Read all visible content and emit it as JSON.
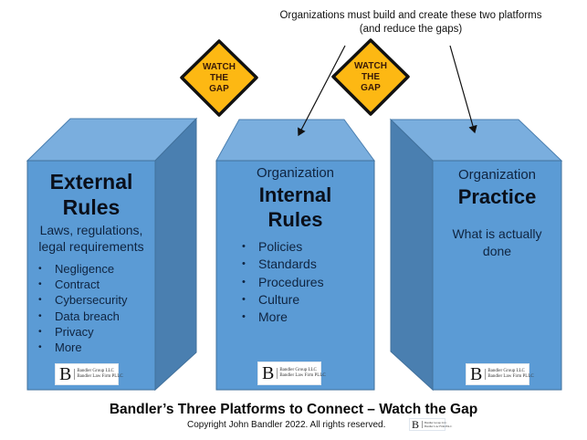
{
  "note": {
    "line1": "Organizations must build and create these two platforms",
    "line2": "(and reduce the gaps)"
  },
  "signs": [
    {
      "line1": "WATCH",
      "line2": "THE",
      "line3": "GAP"
    },
    {
      "line1": "WATCH",
      "line2": "THE",
      "line3": "GAP"
    }
  ],
  "colors": {
    "front": "#5b9bd5",
    "top": "#7aaede",
    "side": "#4a7fb0",
    "sign_fill": "#fdb813",
    "sign_border": "#111111"
  },
  "platforms": [
    {
      "title_line1": "External",
      "title_line2": "Rules",
      "subtitle_line1": "Laws, regulations,",
      "subtitle_line2": "legal requirements",
      "bullets": [
        "Negligence",
        "Contract",
        "Cybersecurity",
        "Data breach",
        "Privacy",
        "More"
      ]
    },
    {
      "kicker": "Organization",
      "title_line1": "Internal",
      "title_line2": "Rules",
      "bullets": [
        "Policies",
        "Standards",
        "Procedures",
        "Culture",
        "More"
      ]
    },
    {
      "kicker": "Organization",
      "title_line1": "Practice",
      "desc_line1": "What is actually",
      "desc_line2": "done"
    }
  ],
  "logo": {
    "letter": "B",
    "line1": "Bandler Group LLC",
    "line2": "Bandler Law Firm PLLC"
  },
  "footer": {
    "title": "Bandler’s Three Platforms to Connect – Watch the Gap",
    "copyright": "Copyright John Bandler 2022.  All rights reserved."
  }
}
